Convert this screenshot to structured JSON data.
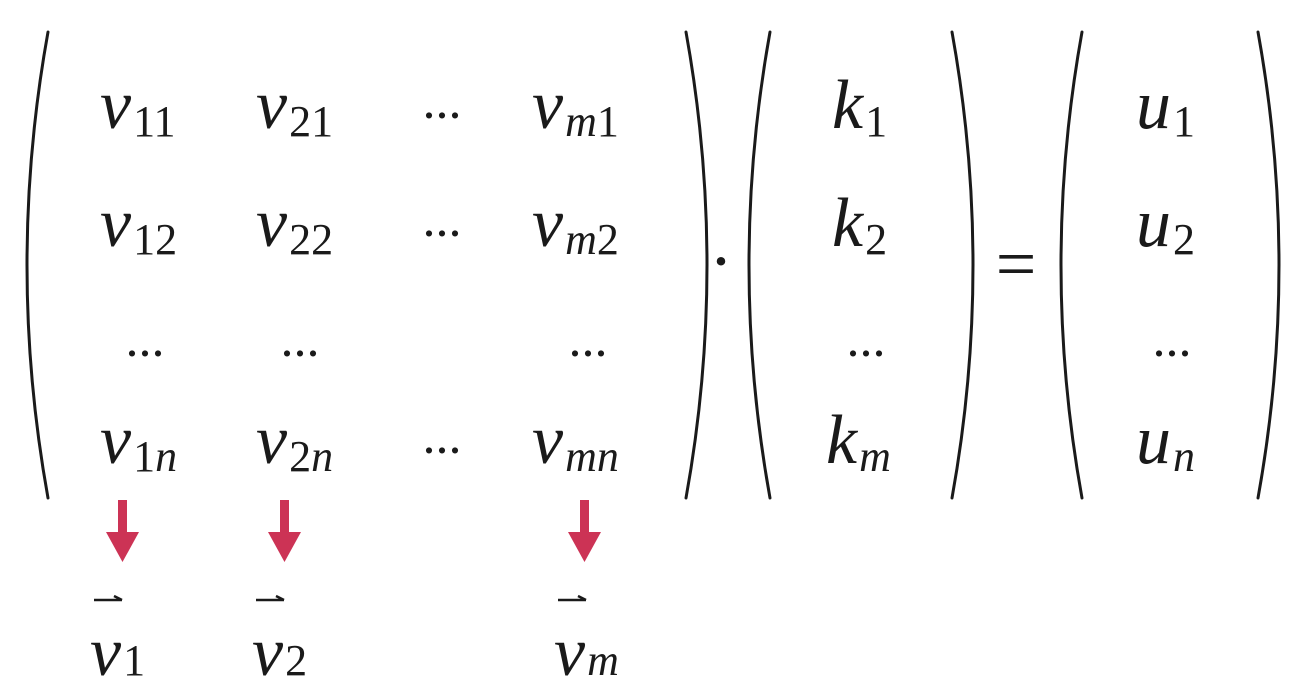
{
  "matrix": {
    "rows": [
      [
        {
          "base": "v",
          "sub": "11"
        },
        {
          "base": "v",
          "sub": "21"
        },
        {
          "dots": "..."
        },
        {
          "base": "v",
          "sub_i": "m",
          "sub": "1"
        }
      ],
      [
        {
          "base": "v",
          "sub": "12"
        },
        {
          "base": "v",
          "sub": "22"
        },
        {
          "dots": "..."
        },
        {
          "base": "v",
          "sub_i": "m",
          "sub": "2"
        }
      ],
      [
        {
          "dots": "..."
        },
        {
          "dots": "..."
        },
        {
          "dots": ""
        },
        {
          "dots": "..."
        }
      ],
      [
        {
          "base": "v",
          "sub": "1",
          "sub_i": "n"
        },
        {
          "base": "v",
          "sub": "2",
          "sub_i": "n"
        },
        {
          "dots": "..."
        },
        {
          "base": "v",
          "sub_i": "mn"
        }
      ]
    ]
  },
  "dot_operator": "·",
  "k_vector": [
    {
      "base": "k",
      "sub": "1"
    },
    {
      "base": "k",
      "sub": "2"
    },
    {
      "dots": "..."
    },
    {
      "base": "k",
      "sub_i": "m"
    }
  ],
  "equals": "=",
  "u_vector": [
    {
      "base": "u",
      "sub": "1"
    },
    {
      "base": "u",
      "sub": "2"
    },
    {
      "dots": "..."
    },
    {
      "base": "u",
      "sub_i": "n"
    }
  ],
  "column_vectors": [
    {
      "base": "v",
      "sub": "1"
    },
    {
      "base": "v",
      "sub": "2"
    },
    {
      "dots": "..."
    },
    {
      "base": "v",
      "sub_i": "m"
    }
  ],
  "colors": {
    "arrow": "#cc3355",
    "text": "#1a1a1a"
  }
}
